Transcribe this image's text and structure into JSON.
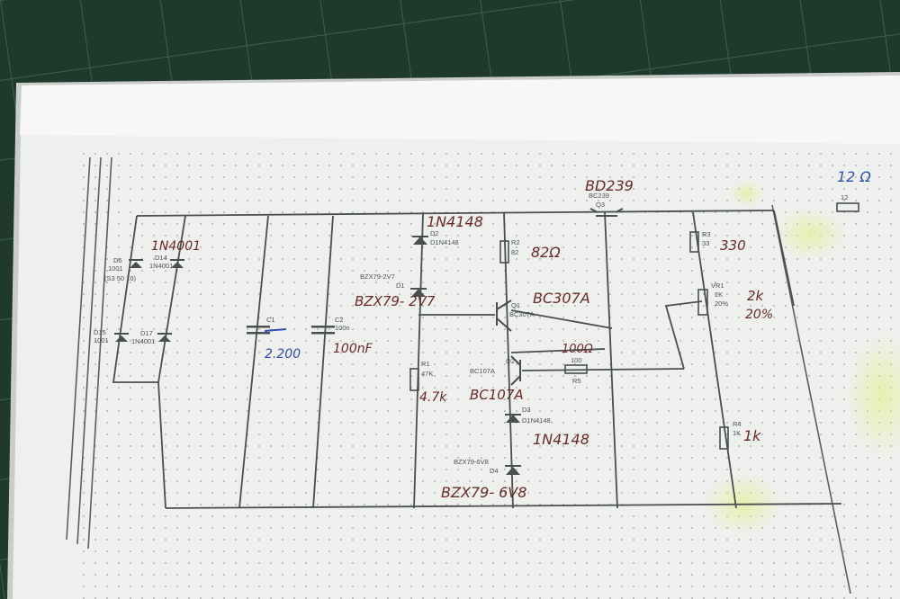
{
  "photo": {
    "colors": {
      "mat": "#1f3a2c",
      "mat_grid": "#3f6a52",
      "paper": "#eef0ee",
      "paper_shadow": "#c9ccc9",
      "dot": "#9aa0a0",
      "trace": "#4a4e50",
      "print_text": "#4d5154",
      "ink_red": "#6b2a26",
      "ink_blue": "#2f4fb0",
      "highlighter": "#e4ef9a"
    },
    "printed": {
      "d6": "D6",
      "d6_b": "1001",
      "d6_c": "(S3 50 10)",
      "d14": "D14",
      "d14_b": "1N4001",
      "d15": "D15",
      "d15_b": "1001",
      "d17": "D17",
      "d17_b": "1N4001",
      "c1": "C1",
      "c2": "C2",
      "c2_val": "100n",
      "d2": "D2",
      "d2_val": "D1N4148",
      "d1": "D1",
      "d1_val": "BZX79-2V7",
      "r1": "R1",
      "r1_val": "47K",
      "r2": "R2",
      "r2_val": "82",
      "q1": "Q1",
      "q1_val": "BC307A",
      "q2": "Q2",
      "q2_val": "BC107A",
      "q3": "Q3",
      "q3_val": "BC239",
      "r5": "R5",
      "r5_val": "100",
      "d3": "D3",
      "d3_val": "D1N4148",
      "d4": "D4",
      "d4_val": "BZX79-6V8",
      "r3": "R3",
      "r3_val": "33",
      "vr1": "VR1",
      "vr1_val": "2K",
      "vr1_tol": "20%",
      "r4": "R4",
      "r4_val": "1K",
      "r_right": "12"
    },
    "handwritten": {
      "d14_note": "1N4001",
      "c1_note": "2.200",
      "c2_note": "100nF",
      "d2_note": "1N4148",
      "d1_note": "BZX79-  2V7",
      "r1_note": "4.7k",
      "r2_note": "82Ω",
      "q1_note": "BC307A",
      "q2_note": "BC107A",
      "q3_note": "BD239",
      "r5_note": "100Ω",
      "d3_note": "1N4148",
      "d4_note": "BZX79-  6V8",
      "r3_note": "330",
      "vr1_note_a": "2k",
      "vr1_note_b": "20%",
      "r4_note": "1k",
      "right_note": "12 Ω"
    }
  }
}
